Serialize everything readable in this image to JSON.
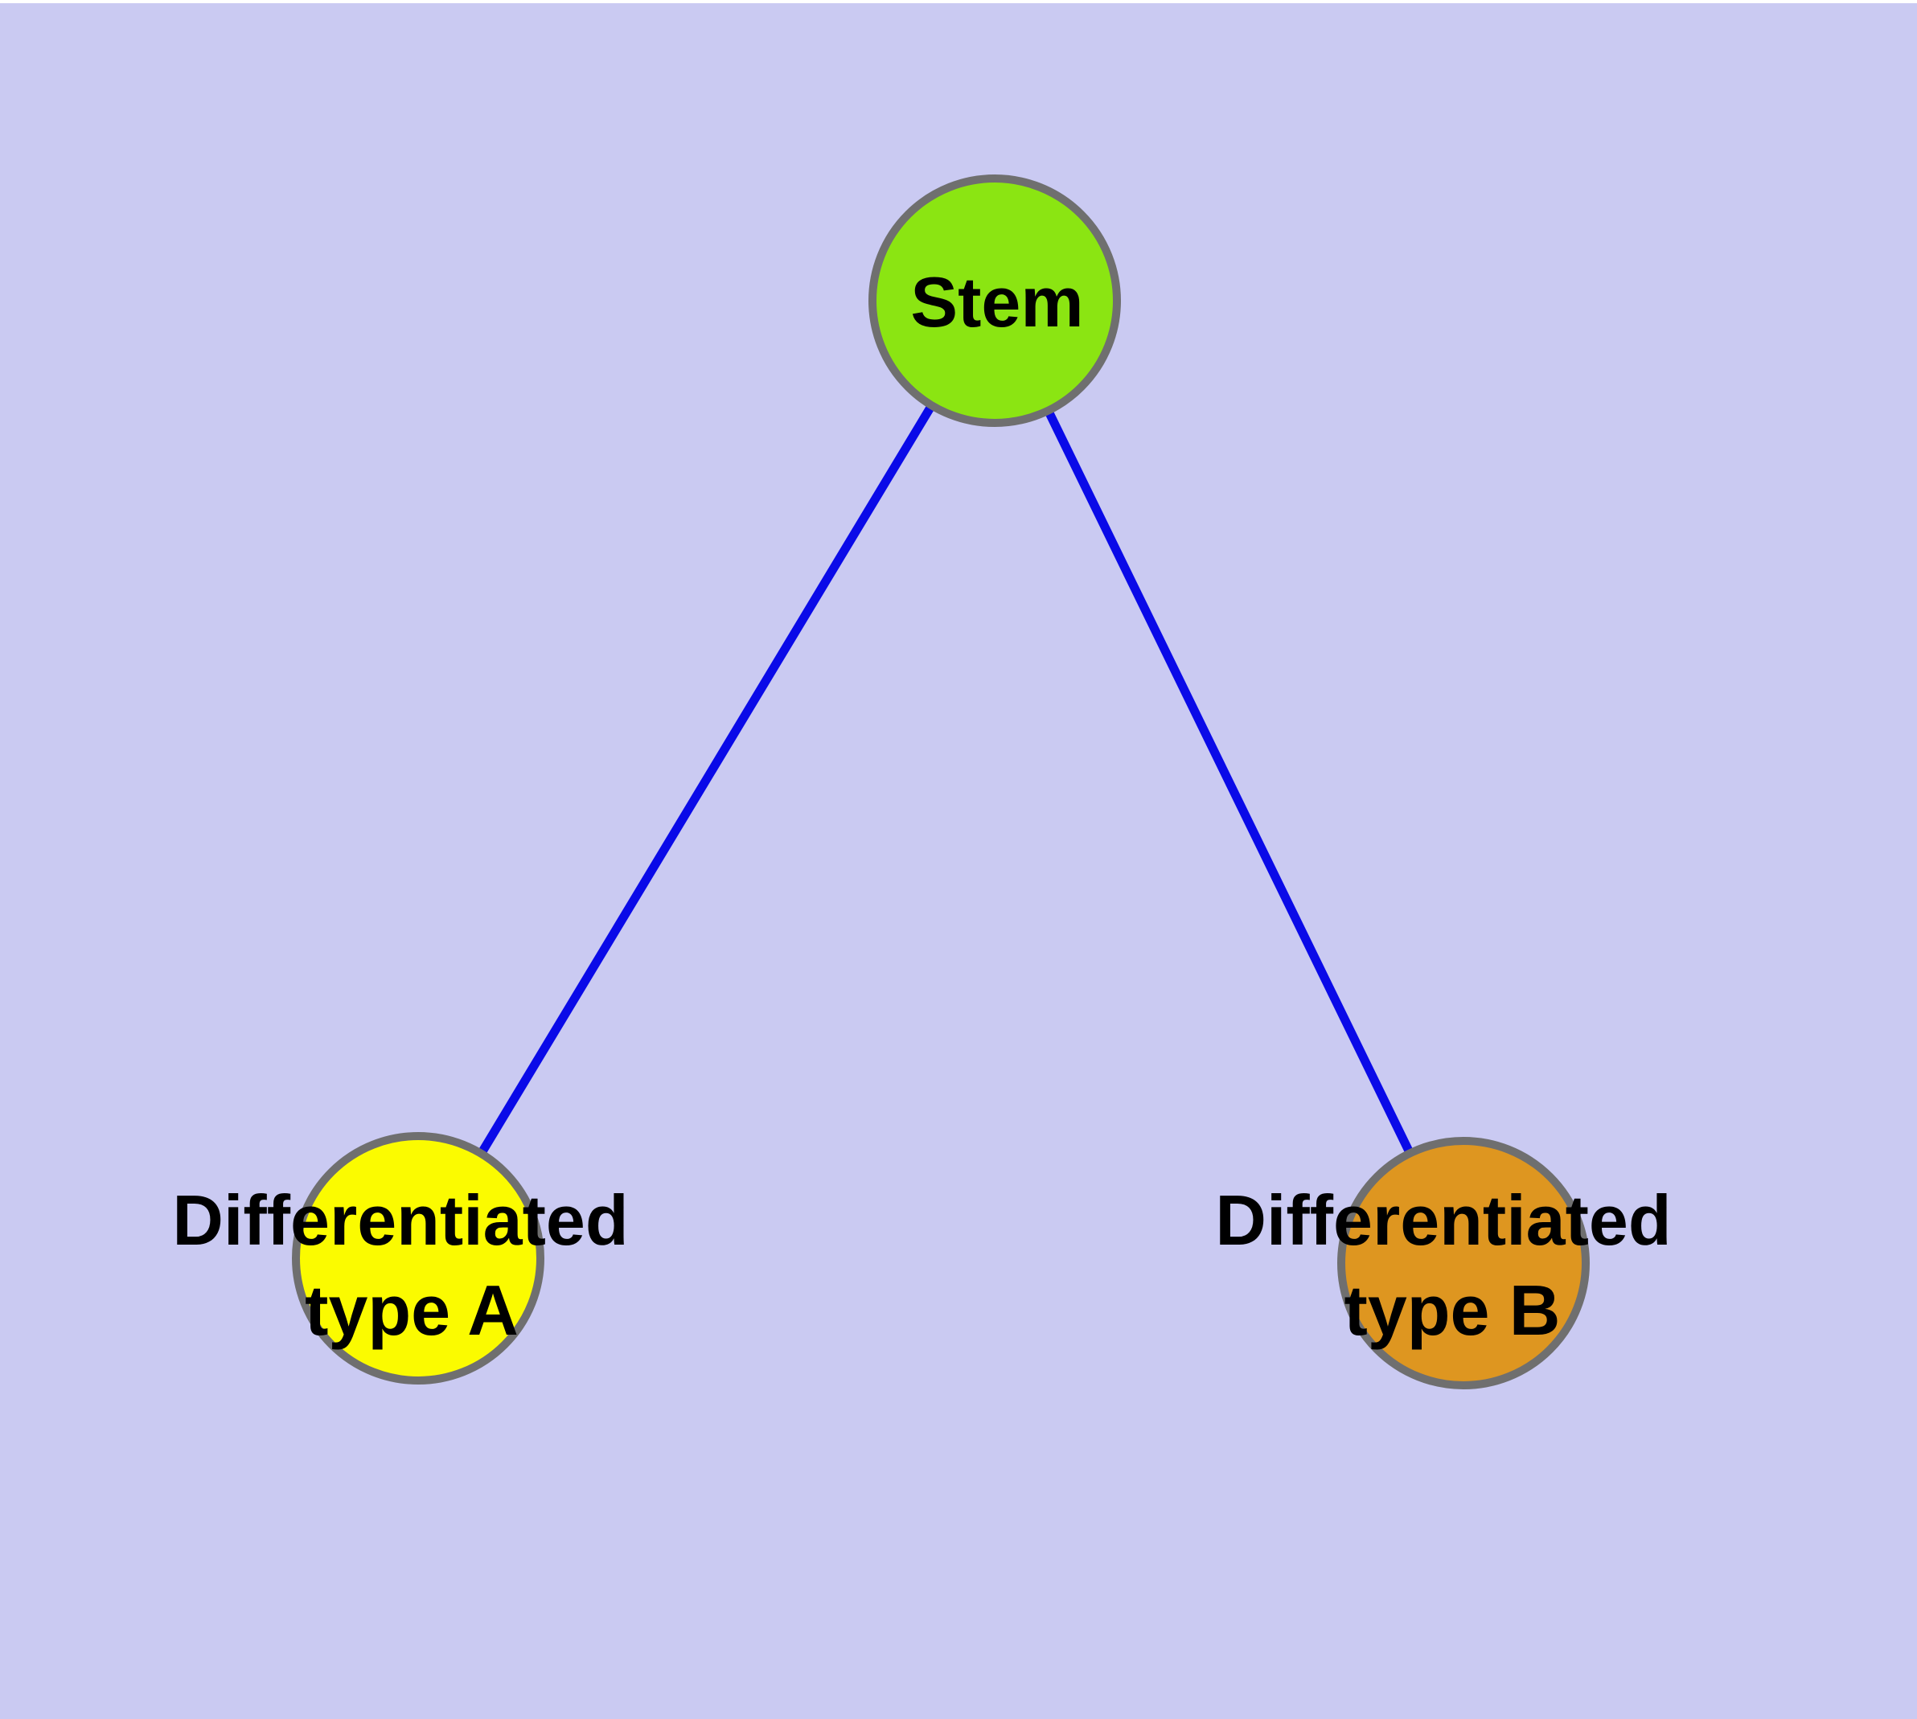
{
  "diagram": {
    "type": "graph",
    "background_color": "#CACAF2",
    "top_edge_color": "#FFFFFF",
    "edge_color": "#0A0AE8",
    "node_border_color": "#6F6F6F",
    "label_color": "#000000",
    "nodes": [
      {
        "id": "stem",
        "label": "Stem",
        "fill": "#8BE512"
      },
      {
        "id": "differentiated-type-a",
        "label_line1": "Differentiated",
        "label_line2": "type A",
        "fill": "#FBFB00"
      },
      {
        "id": "differentiated-type-b",
        "label_line1": "Differentiated",
        "label_line2": "type B",
        "fill": "#DE9620"
      }
    ],
    "edges": [
      {
        "from": "Stem",
        "to": "Differentiated type A"
      },
      {
        "from": "Stem",
        "to": "Differentiated type B"
      }
    ]
  }
}
